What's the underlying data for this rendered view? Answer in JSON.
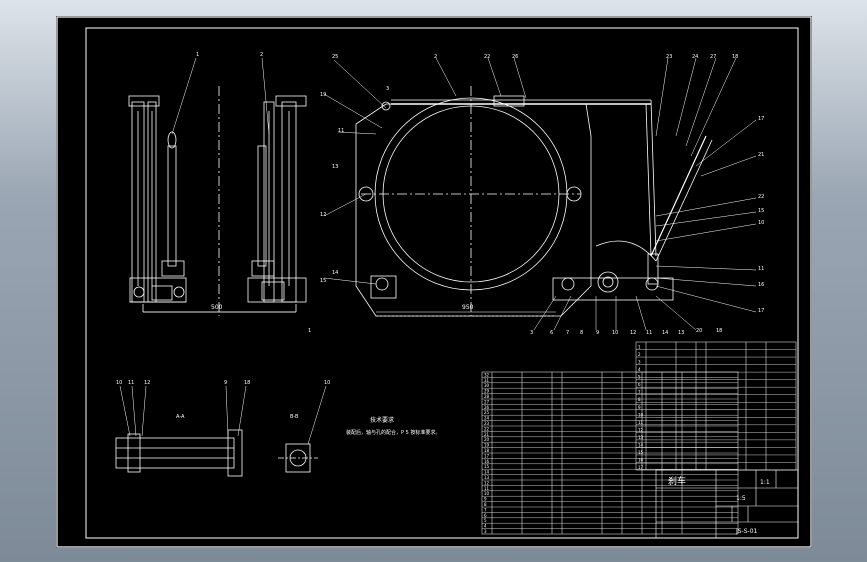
{
  "title_block": {
    "drawing_title": "刹车",
    "drawing_number": "JS-S-01",
    "scale": "1:5",
    "sheet_note": "1:1"
  },
  "dimensions": {
    "side_width": "500",
    "front_width": "950"
  },
  "notes": {
    "tech_req_title": "技术要求",
    "tech_req_line": "装配后，轴与孔的配合，P 5 按标准要求。",
    "section_a": "A-A",
    "section_b": "B-B"
  },
  "callouts": {
    "side_view_left": [
      "1"
    ],
    "side_view_right": [
      "2",
      "13",
      "14",
      "1"
    ],
    "front_top": [
      "25",
      "3",
      "2",
      "22",
      "26",
      "23",
      "24",
      "27",
      "18"
    ],
    "front_left": [
      "19",
      "11",
      "12",
      "15"
    ],
    "front_right": [
      "17",
      "21",
      "22",
      "15",
      "10",
      "11",
      "16",
      "17",
      "20",
      "18"
    ],
    "front_bottom": [
      "3",
      "6",
      "7",
      "8",
      "9",
      "10",
      "12",
      "11",
      "14",
      "13"
    ],
    "section_a": [
      "10",
      "11",
      "12",
      "9",
      "18"
    ],
    "section_b": [
      "10"
    ]
  },
  "parts_list_left": {
    "rows": [
      "32",
      "31",
      "30",
      "29",
      "28",
      "27",
      "26",
      "25",
      "24",
      "23",
      "22",
      "21",
      "20",
      "19",
      "18",
      "17",
      "16",
      "15",
      "14",
      "13",
      "12",
      "11",
      "10",
      "9",
      "8",
      "7",
      "6",
      "5",
      "4",
      "3"
    ]
  },
  "parts_list_right": {
    "rows": [
      "1",
      "2",
      "3",
      "4",
      "5",
      "6",
      "7",
      "8",
      "9",
      "10",
      "11",
      "12",
      "13",
      "14",
      "15",
      "16",
      "17"
    ]
  },
  "colors": {
    "paper": "#000000",
    "line": "#ffffff",
    "frame": "#ffffff"
  }
}
